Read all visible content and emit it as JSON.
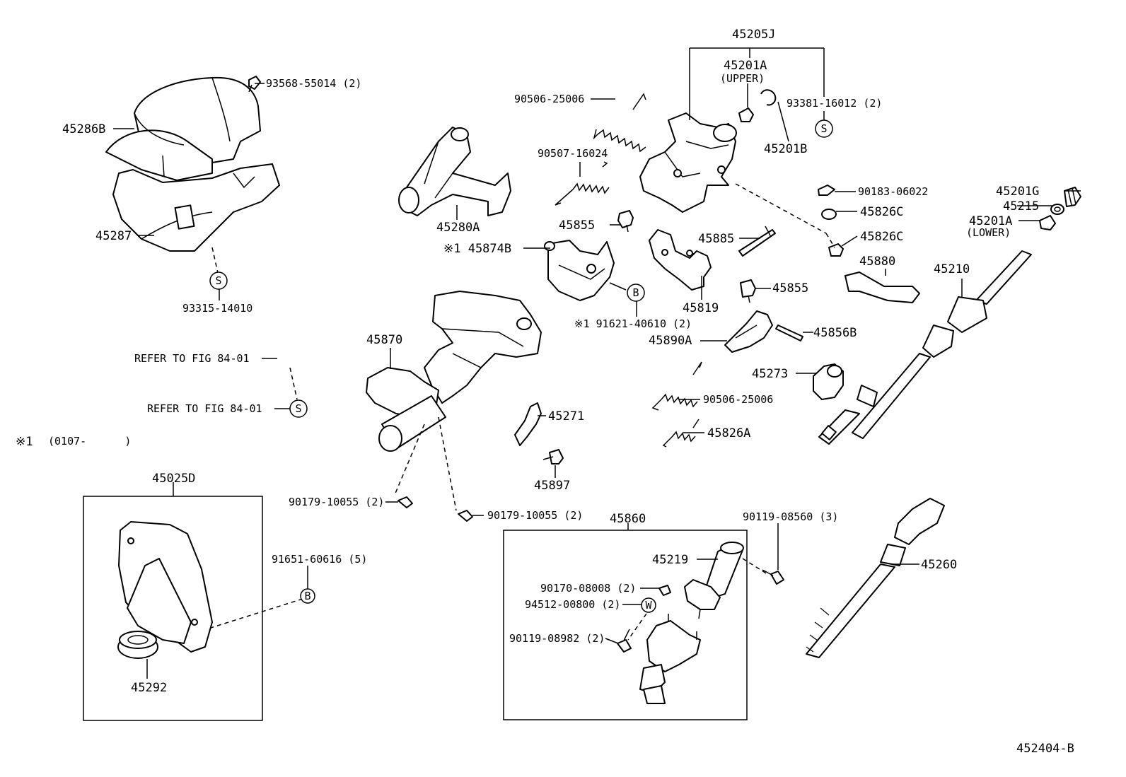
{
  "diagram_id": "452404-B",
  "note": {
    "marker": "※1",
    "range": "(0107-      )"
  },
  "refer_labels": [
    "REFER TO FIG 84-01",
    "REFER TO FIG 84-01"
  ],
  "symbols": {
    "s": "S",
    "b": "B",
    "w": "W"
  },
  "parts": {
    "p45286B": "45286B",
    "p45287": "45287",
    "p93568": "93568-55014 (2)",
    "p93315": "93315-14010",
    "p45280A": "45280A",
    "p90506a": "90506-25006",
    "p90507": "90507-16024",
    "p45855a": "45855",
    "p45874B": "※1 45874B",
    "p91621": "※1 91621-40610 (2)",
    "p45205J": "45205J",
    "p45201A_up": "45201A",
    "upper": "(UPPER)",
    "p93381": "93381-16012 (2)",
    "p45201B": "45201B",
    "p90183": "90183-06022",
    "p45826C_a": "45826C",
    "p45826C_b": "45826C",
    "p45885": "45885",
    "p45855b": "45855",
    "p45819": "45819",
    "p45880": "45880",
    "p45201G": "45201G",
    "p45215": "45215",
    "p45201A_low": "45201A",
    "lower": "(LOWER)",
    "p45210": "45210",
    "p45870": "45870",
    "p45890A": "45890A",
    "p45856B": "45856B",
    "p45273": "45273",
    "p90506b": "90506-25006",
    "p45826A": "45826A",
    "p45271": "45271",
    "p45897": "45897",
    "p45025D": "45025D",
    "p90179a": "90179-10055 (2)",
    "p90179b": "90179-10055 (2)",
    "p91651": "91651-60616 (5)",
    "p45292": "45292",
    "p45860": "45860",
    "p90119a": "90119-08560 (3)",
    "p45219": "45219",
    "p90170": "90170-08008 (2)",
    "p94512": "94512-00800 (2)",
    "p90119b": "90119-08982 (2)",
    "p45260": "45260"
  }
}
